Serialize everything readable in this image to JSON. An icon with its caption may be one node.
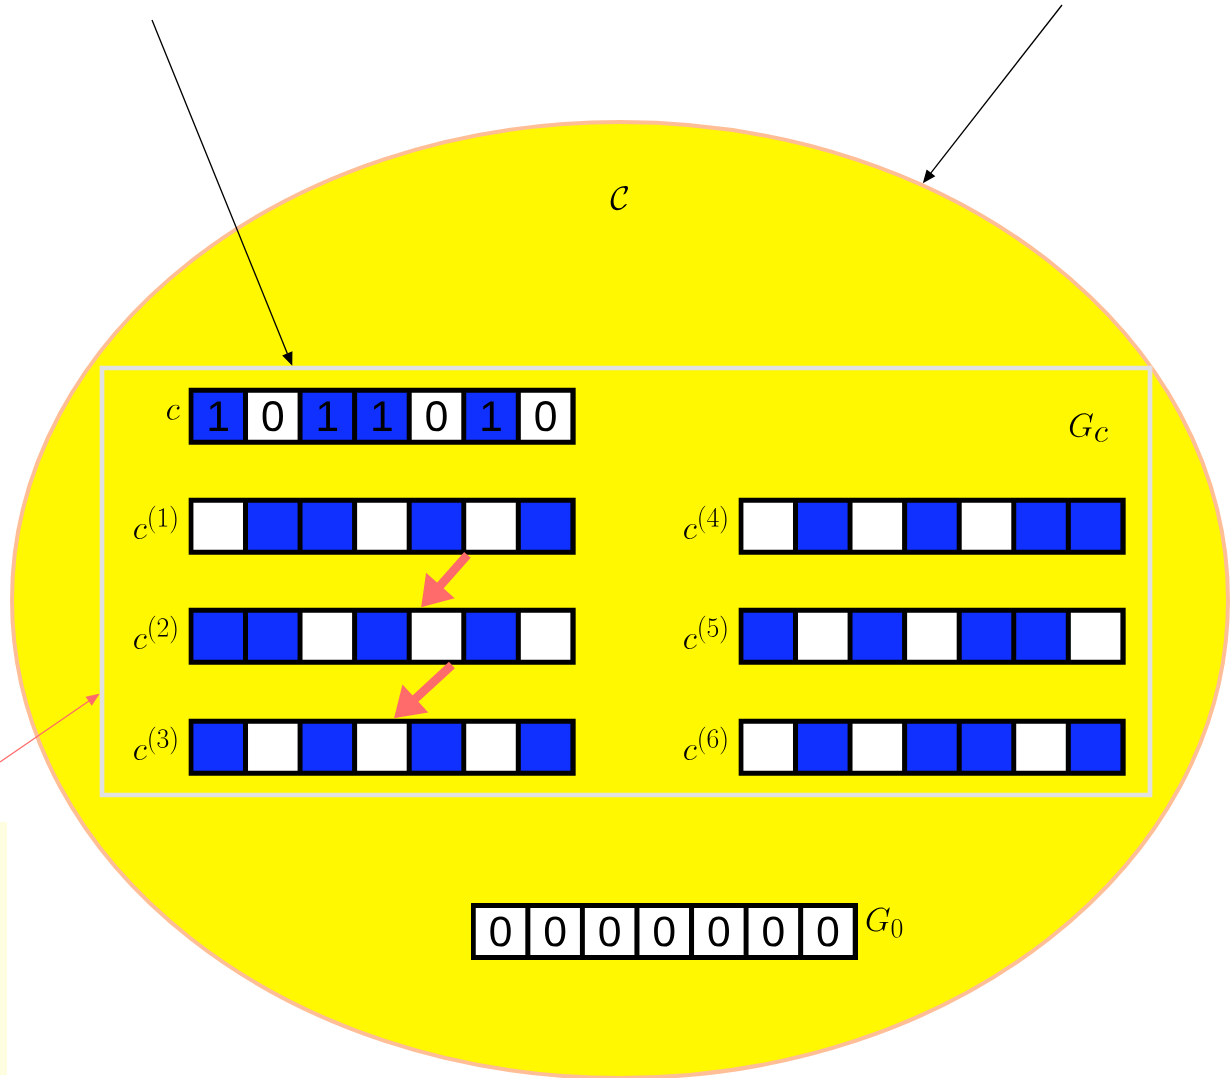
{
  "diagram": {
    "nodes": [
      {
        "text": [
          "\\mathcal{C}"
        ]
      },
      {
        "text": [
          "G_c"
        ],
        "in": 0
      },
      {
        "text": [
          "1",
          "0",
          "1",
          "1",
          "0",
          "1",
          "0"
        ],
        "beside": [
          "c"
        ],
        "in": 1
      },
      {
        "text": [],
        "shape": "bar",
        "beside": [
          "c^{(1)}"
        ],
        "in": 1
      },
      {
        "text": [],
        "shape": "bar",
        "beside": [
          "c^{(2)}"
        ],
        "in": 1
      },
      {
        "text": [],
        "shape": "bar",
        "beside": [
          "c^{(3)}"
        ],
        "in": 1
      },
      {
        "text": [],
        "shape": "bar",
        "beside": [
          "c^{(4)}"
        ],
        "in": 1
      },
      {
        "text": [],
        "shape": "bar",
        "beside": [
          "c^{(5)}"
        ],
        "in": 1
      },
      {
        "text": [],
        "shape": "bar",
        "beside": [
          "c^{(6)}"
        ],
        "in": 1
      },
      {
        "text": [
          "0",
          "0",
          "0",
          "0",
          "0",
          "0",
          "0"
        ],
        "beside": [
          "G_0"
        ],
        "in": 0
      }
    ],
    "edges": [
      {
        "from": null,
        "to": 1,
        "arrow": "to",
        "color": "#000000"
      },
      {
        "from": null,
        "to": 0,
        "arrow": "to",
        "color": "#000000"
      },
      {
        "from": null,
        "to": 1,
        "arrow": "to",
        "color": "#ff6b6b"
      },
      {
        "from": 3,
        "to": 4,
        "arrow": "to",
        "style": "thick",
        "color": "#ff6b6b"
      },
      {
        "from": 4,
        "to": 5,
        "arrow": "to",
        "style": "thick",
        "color": "#ff6b6b"
      }
    ]
  }
}
